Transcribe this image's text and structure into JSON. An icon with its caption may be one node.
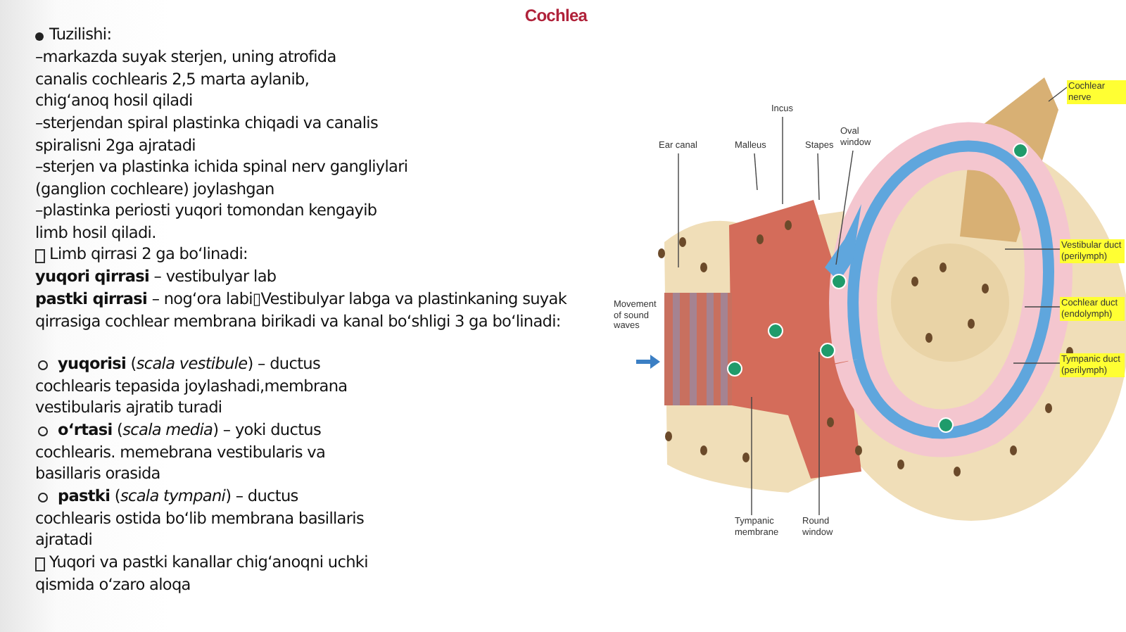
{
  "diagram": {
    "title": "Cochlea",
    "nodes": [
      {
        "text": [
          "Ear canal"
        ]
      },
      {
        "text": [
          "Malleus"
        ]
      },
      {
        "text": [
          "Incus"
        ]
      },
      {
        "text": [
          "Stapes"
        ]
      },
      {
        "text": [
          "Oval window"
        ]
      },
      {
        "text": [
          "Cochlear nerve"
        ]
      },
      {
        "text": [
          "Vestibular duct (perilymph)"
        ]
      },
      {
        "text": [
          "Cochlear duct (endolymph)"
        ]
      },
      {
        "text": [
          "Tympanic duct (perilymph)"
        ]
      },
      {
        "text": [
          "Tympanic membrane"
        ]
      },
      {
        "text": [
          "Round window"
        ]
      },
      {
        "text": [
          "Movement of sound waves"
        ]
      }
    ],
    "edges": [
      {
        "from": 0,
        "to": null,
        "arrow": "none"
      },
      {
        "from": 1,
        "to": null,
        "arrow": "none"
      },
      {
        "from": 2,
        "to": null,
        "arrow": "none"
      },
      {
        "from": 3,
        "to": null,
        "arrow": "none"
      },
      {
        "from": 4,
        "to": null,
        "arrow": "none"
      },
      {
        "from": 5,
        "to": null,
        "arrow": "none"
      },
      {
        "from": 6,
        "to": null,
        "arrow": "none"
      },
      {
        "from": 7,
        "to": null,
        "arrow": "none"
      },
      {
        "from": 8,
        "to": null,
        "arrow": "none"
      },
      {
        "from": 9,
        "to": null,
        "arrow": "none"
      },
      {
        "from": 10,
        "to": null,
        "arrow": "none"
      }
    ],
    "labels": [
      "Tuzilishi:",
      "–markazda suyak sterjen, uning atrofida canalis cochlearis 2,5 marta aylanib, chigʻanoq hosil qiladi",
      "–sterjendan spiral plastinka chiqadi va canalis spiralisni 2ga ajratadi",
      "–sterjen va plastinka ichida spinal nerv gangliylari (ganglion cochleare) joylashgan",
      "–plastinka periosti yuqori tomondan kengayib limb hosil qiladi.",
      "Limb qirrasi 2 ga boʻlinadi:",
      "**yuqori qirrasi** – vestibulyar lab",
      "**pastki qirrasi** – nogʻora labi▯Vestibulyar labga va plastinkaning suyak qirrasiga cochlear membrana birikadi va kanal boʻshligi 3 ga boʻlinadi:",
      "**yuqorisi** (*scala vestibule*) – ductus cochlearis tepasida joylashadi,membrana vestibularis ajratib turadi",
      "**oʻrtasi** (*scala media*) – yoki ductus cochlearis. memebrana vestibularis va basillaris orasida",
      "**pastki** (*scala tympani*) – ductus cochlearis ostida boʻlib membrana basillaris ajratadi",
      "Yuqori va pastki kanallar chigʻanoqni uchki qismida oʻzaro aloqa"
    ]
  }
}
